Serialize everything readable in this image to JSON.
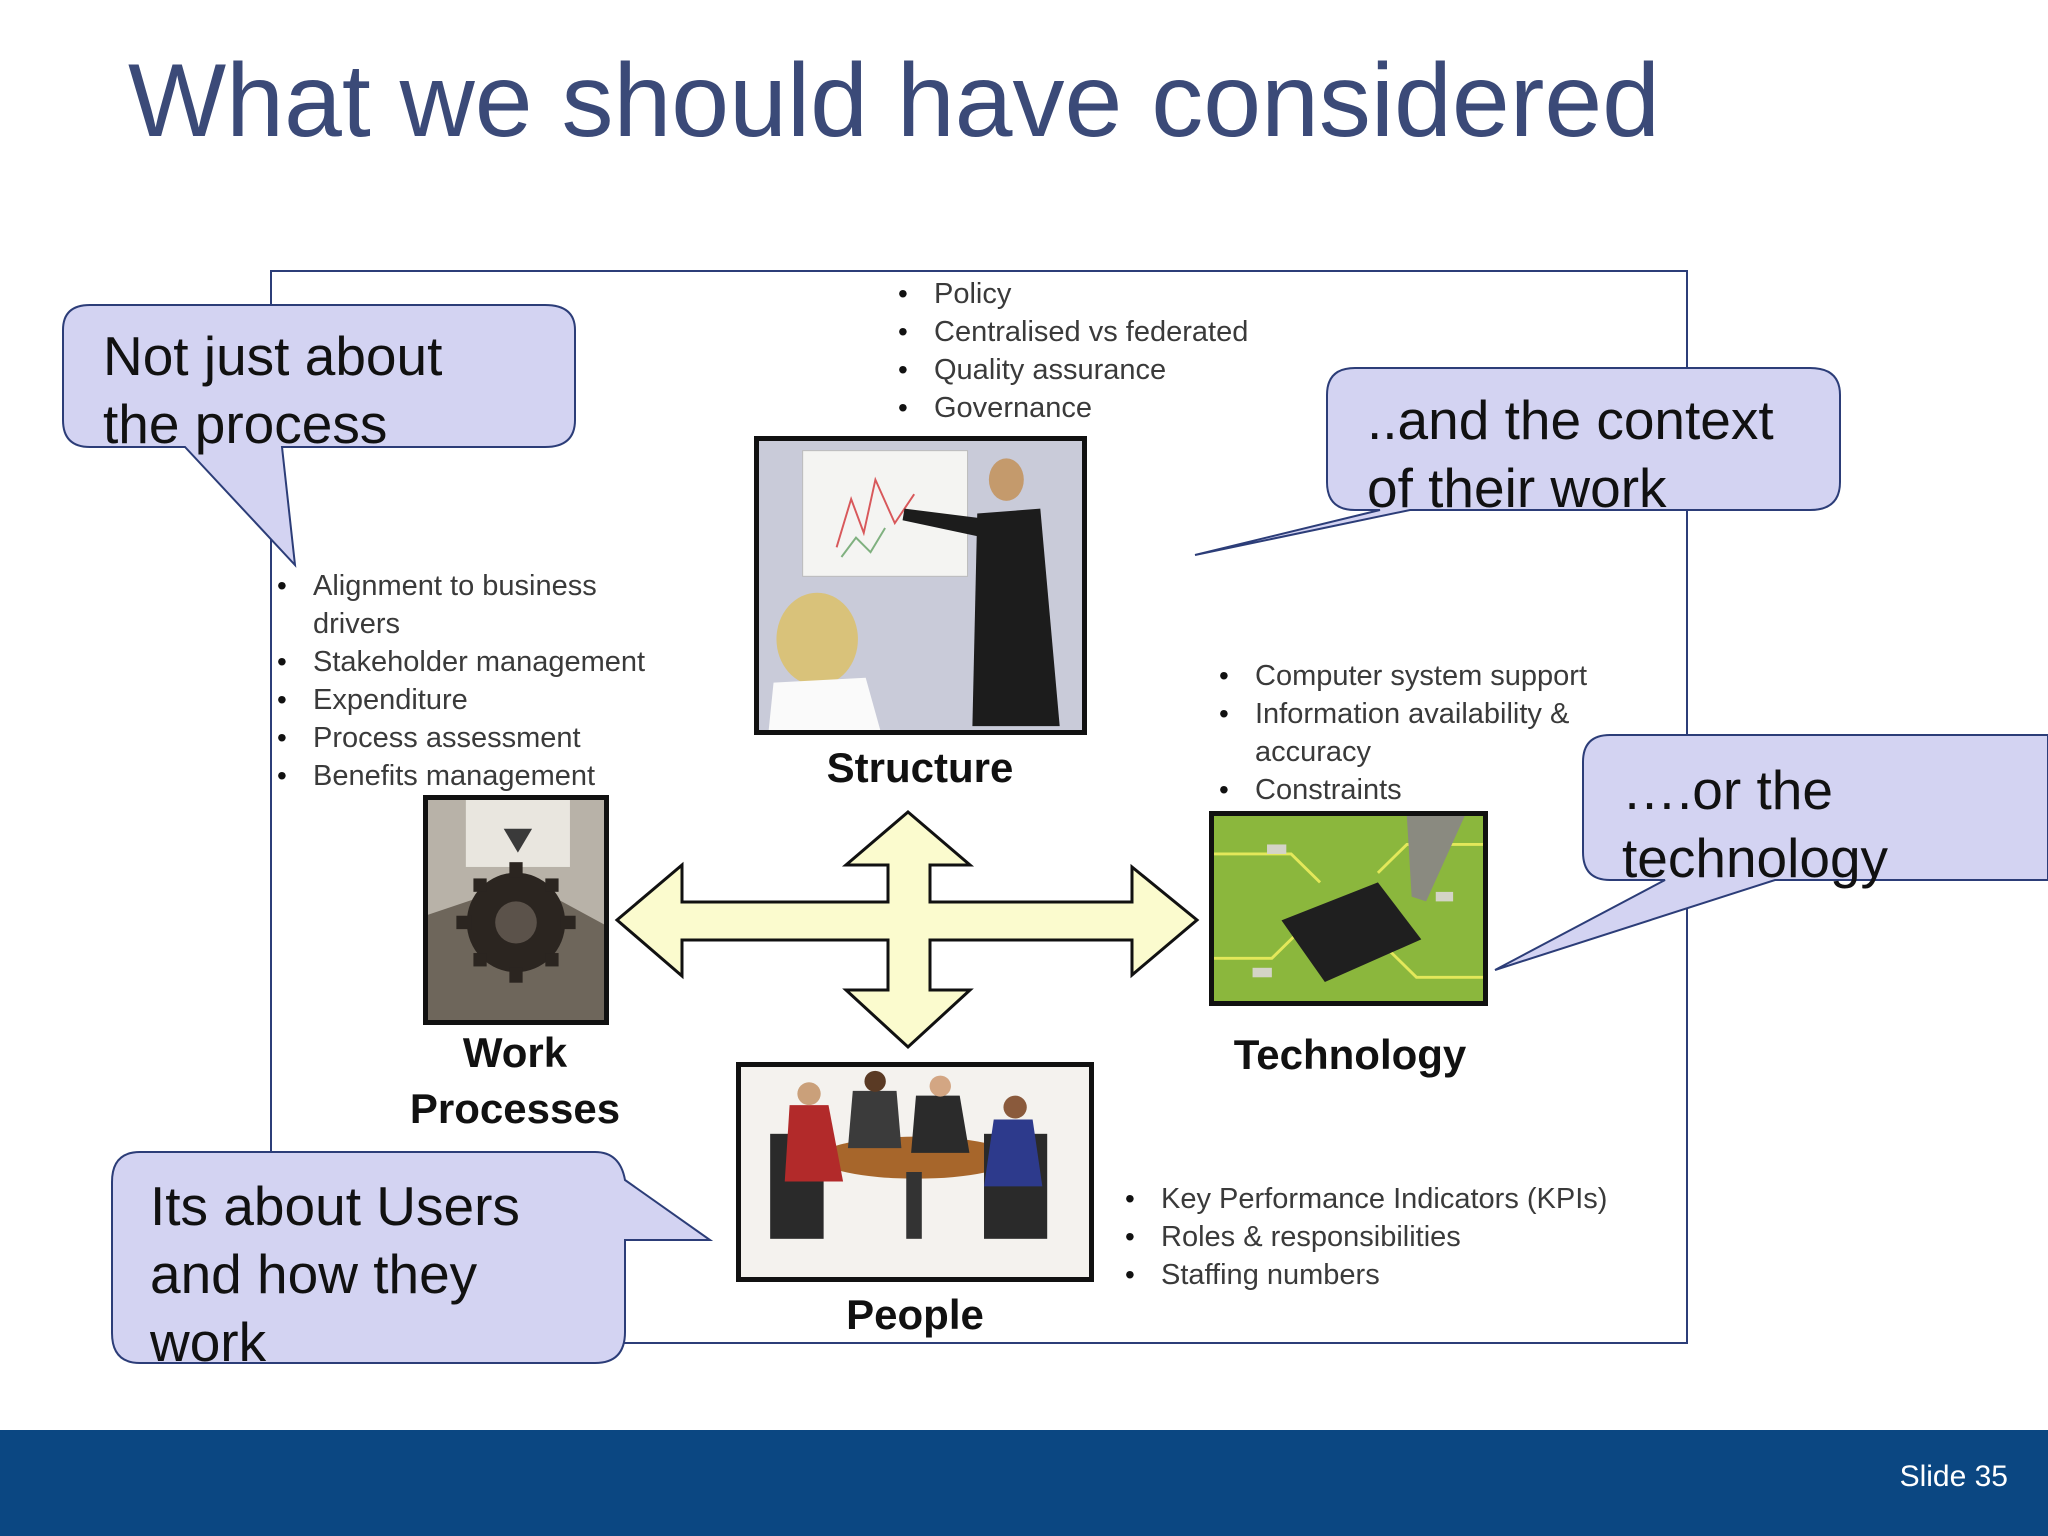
{
  "title": "What we should have considered",
  "structure": {
    "label": "Structure",
    "bullets": [
      "Policy",
      "Centralised vs federated",
      "Quality assurance",
      "Governance"
    ]
  },
  "work_processes": {
    "label_line1": "Work",
    "label_line2": "Processes",
    "bullets": [
      "Alignment to business",
      "drivers",
      "Stakeholder management",
      "Expenditure",
      "Process assessment",
      "Benefits management"
    ]
  },
  "technology": {
    "label": "Technology",
    "bullets": [
      "Computer system support",
      "Information availability &",
      "accuracy",
      "Constraints"
    ]
  },
  "people": {
    "label": "People",
    "bullets": [
      "Key Performance Indicators (KPIs)",
      "Roles & responsibilities",
      "Staffing numbers"
    ]
  },
  "callouts": {
    "process": [
      "Not just about",
      "the process"
    ],
    "context": [
      "..and the context",
      "of their work"
    ],
    "technology": [
      "….or the",
      "technology"
    ],
    "users": [
      "Its about Users",
      "and how they",
      "work"
    ]
  },
  "footer": {
    "slide_number": "Slide 35"
  },
  "colors": {
    "title": "#3b4a78",
    "callout_fill": "#d3d3f2",
    "callout_stroke": "#2c3d78",
    "arrow_fill": "#fbfbce",
    "footer": "#0b4782"
  }
}
